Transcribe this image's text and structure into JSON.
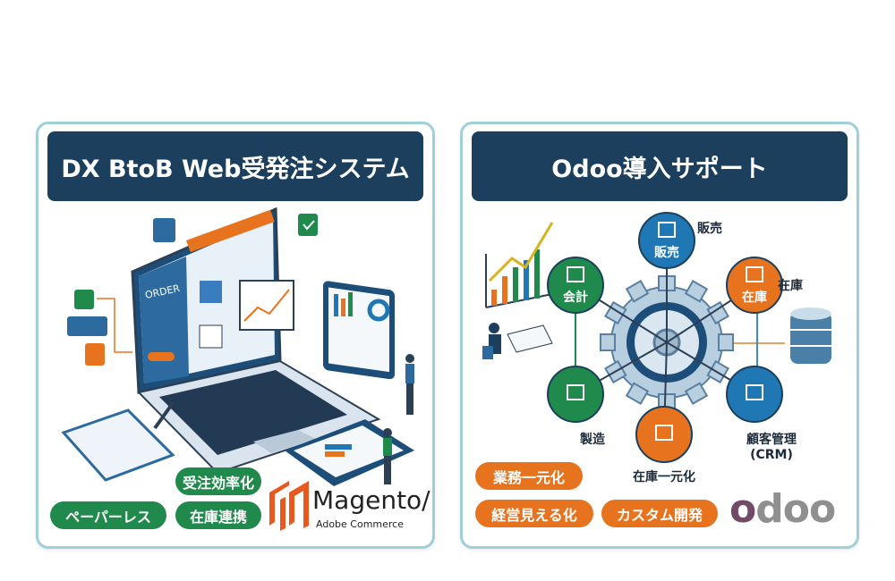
{
  "left": {
    "title": "DX BtoB Web受発注システム",
    "screen_text": "ORDER",
    "badges": [
      "受注効率化",
      "ペーパーレス",
      "在庫連携"
    ],
    "logo": {
      "name": "Magento/",
      "sub": "Adobe Commerce",
      "color": "#e8581f"
    }
  },
  "right": {
    "title": "Odoo導入サポート",
    "nodes": [
      {
        "label": "販売",
        "outer": "販売",
        "color": "#1f78b4",
        "icon": "cart-icon"
      },
      {
        "label": "在庫",
        "outer": "在庫",
        "color": "#e8731f",
        "icon": "box-icon"
      },
      {
        "label": "",
        "outer": "顧客管理",
        "outer2": "(CRM)",
        "color": "#1f78b4",
        "icon": "people-icon"
      },
      {
        "label": "",
        "outer": "在庫一元化",
        "color": "#e8731f",
        "icon": "report-icon"
      },
      {
        "label": "",
        "outer": "製造",
        "color": "#1f8a4c",
        "icon": "tools-icon"
      },
      {
        "label": "会計",
        "outer": "",
        "color": "#1f8a4c",
        "icon": "calculator-icon"
      }
    ],
    "badges": [
      "業務一元化",
      "経営見える化",
      "カスタム開発"
    ],
    "logo": {
      "name": "odoo",
      "color": "#714b67",
      "grey": "#8f8f8f"
    }
  },
  "colors": {
    "navy": "#1b3f5c",
    "green": "#1f8a4c",
    "orange": "#e8731f",
    "blue": "#1f78b4"
  }
}
